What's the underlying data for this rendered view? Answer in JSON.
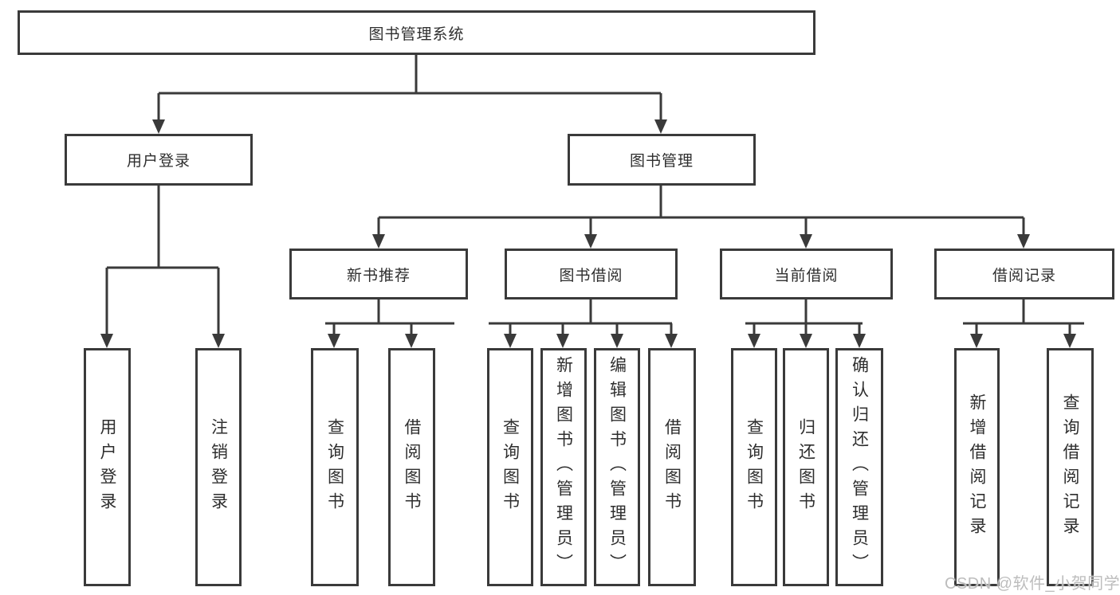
{
  "tree": {
    "label": "图书管理系统",
    "children": [
      {
        "label": "用户登录",
        "children": [
          {
            "label": "用户登录"
          },
          {
            "label": "注销登录"
          }
        ]
      },
      {
        "label": "图书管理",
        "children": [
          {
            "label": "新书推荐",
            "children": [
              {
                "label": "查询图书"
              },
              {
                "label": "借阅图书"
              }
            ]
          },
          {
            "label": "图书借阅",
            "children": [
              {
                "label": "查询图书"
              },
              {
                "label": "新增图书（管理员）"
              },
              {
                "label": "编辑图书（管理员）"
              },
              {
                "label": "借阅图书"
              }
            ]
          },
          {
            "label": "当前借阅",
            "children": [
              {
                "label": "查询图书"
              },
              {
                "label": "归还图书"
              },
              {
                "label": "确认归还（管理员）"
              }
            ]
          },
          {
            "label": "借阅记录",
            "children": [
              {
                "label": "新增借阅记录"
              },
              {
                "label": "查询借阅记录"
              }
            ]
          }
        ]
      }
    ]
  },
  "watermark": {
    "text": "CSDN @软件_小贺同学"
  },
  "colors": {
    "line": "#3a3a3a",
    "text": "#2e2e2e",
    "watermark": "#bdbdbd",
    "background": "#ffffff"
  }
}
